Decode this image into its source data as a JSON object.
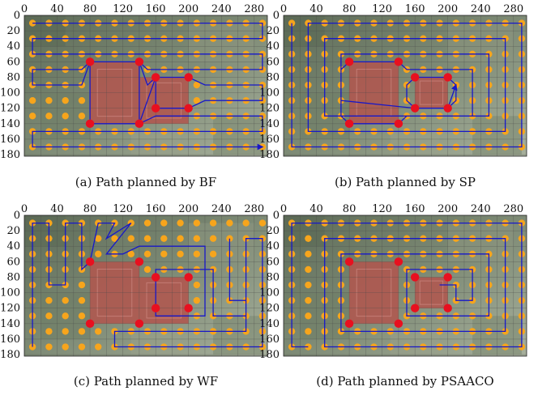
{
  "colors": {
    "bg_dark": "#5d6b58",
    "bg_mid": "#7d8a75",
    "bg_light": "#a7b09c",
    "building": "#b0564f",
    "waypoint": "#f7a51c",
    "obstacle_vertex": "#e8101f",
    "path": "#1717c8",
    "grid": "#4a4a4a"
  },
  "chart_data": [
    {
      "type": "scatter",
      "caption": "(a) Path planned by BF",
      "xticks": [
        "0",
        "40",
        "80",
        "120",
        "160",
        "200",
        "240",
        "280"
      ],
      "yticks": [
        "0",
        "20",
        "40",
        "60",
        "80",
        "100",
        "120",
        "140",
        "160",
        "180"
      ],
      "xlim": [
        0,
        290
      ],
      "ylim": [
        180,
        0
      ],
      "grid": true,
      "obstacles": [
        [
          80,
          60,
          140,
          140
        ],
        [
          140,
          80,
          200,
          140
        ]
      ],
      "obstacle_vertices": [
        [
          80,
          60
        ],
        [
          140,
          60
        ],
        [
          160,
          80
        ],
        [
          200,
          80
        ],
        [
          80,
          140
        ],
        [
          140,
          140
        ],
        [
          160,
          120
        ],
        [
          200,
          120
        ]
      ],
      "path": [
        [
          10,
          10
        ],
        [
          290,
          10
        ],
        [
          290,
          30
        ],
        [
          10,
          30
        ],
        [
          10,
          50
        ],
        [
          290,
          50
        ],
        [
          290,
          70
        ],
        [
          150,
          70
        ],
        [
          140,
          60
        ],
        [
          80,
          60
        ],
        [
          70,
          70
        ],
        [
          10,
          70
        ],
        [
          10,
          90
        ],
        [
          70,
          90
        ],
        [
          80,
          60
        ],
        [
          80,
          140
        ],
        [
          140,
          140
        ],
        [
          140,
          60
        ],
        [
          150,
          90
        ],
        [
          160,
          80
        ],
        [
          200,
          80
        ],
        [
          220,
          90
        ],
        [
          290,
          90
        ],
        [
          290,
          110
        ],
        [
          220,
          110
        ],
        [
          200,
          120
        ],
        [
          160,
          120
        ],
        [
          160,
          80
        ],
        [
          150,
          110
        ],
        [
          140,
          140
        ],
        [
          160,
          130
        ],
        [
          290,
          130
        ],
        [
          290,
          150
        ],
        [
          10,
          150
        ],
        [
          10,
          170
        ],
        [
          290,
          170
        ]
      ],
      "path_arrow_end": true
    },
    {
      "type": "scatter",
      "caption": "(b) Path planned by SP",
      "xticks": [
        "0",
        "40",
        "80",
        "120",
        "160",
        "200",
        "240",
        "280"
      ],
      "yticks": [
        "0",
        "20",
        "40",
        "60",
        "80",
        "100",
        "120",
        "140",
        "160",
        "180"
      ],
      "xlim": [
        0,
        290
      ],
      "ylim": [
        180,
        0
      ],
      "grid": true,
      "obstacles": [
        [
          80,
          60,
          140,
          140
        ],
        [
          160,
          80,
          200,
          120
        ]
      ],
      "obstacle_vertices": [
        [
          80,
          60
        ],
        [
          140,
          60
        ],
        [
          160,
          80
        ],
        [
          200,
          80
        ],
        [
          80,
          140
        ],
        [
          140,
          140
        ],
        [
          160,
          120
        ],
        [
          200,
          120
        ]
      ],
      "path": [
        [
          10,
          10
        ],
        [
          10,
          170
        ],
        [
          290,
          170
        ],
        [
          290,
          10
        ],
        [
          30,
          10
        ],
        [
          30,
          150
        ],
        [
          270,
          150
        ],
        [
          270,
          30
        ],
        [
          50,
          30
        ],
        [
          50,
          130
        ],
        [
          250,
          130
        ],
        [
          250,
          50
        ],
        [
          70,
          50
        ],
        [
          70,
          110
        ],
        [
          70,
          130
        ],
        [
          80,
          140
        ],
        [
          140,
          140
        ],
        [
          150,
          130
        ],
        [
          230,
          130
        ],
        [
          230,
          70
        ],
        [
          150,
          70
        ],
        [
          140,
          60
        ],
        [
          80,
          60
        ],
        [
          70,
          70
        ],
        [
          70,
          110
        ],
        [
          160,
          120
        ],
        [
          200,
          120
        ],
        [
          210,
          110
        ],
        [
          210,
          90
        ],
        [
          200,
          80
        ],
        [
          160,
          80
        ],
        [
          150,
          90
        ],
        [
          150,
          110
        ],
        [
          160,
          120
        ],
        [
          200,
          120
        ],
        [
          210,
          90
        ]
      ],
      "path_arrow_end": true
    },
    {
      "type": "scatter",
      "caption": "(c) Path planned by WF",
      "xticks": [
        "0",
        "40",
        "80",
        "120",
        "160",
        "200",
        "240",
        "280"
      ],
      "yticks": [
        "0",
        "20",
        "40",
        "60",
        "80",
        "100",
        "120",
        "140",
        "160",
        "180"
      ],
      "xlim": [
        0,
        290
      ],
      "ylim": [
        180,
        0
      ],
      "grid": true,
      "obstacles": [
        [
          80,
          60,
          140,
          140
        ],
        [
          140,
          80,
          200,
          140
        ]
      ],
      "obstacle_vertices": [
        [
          80,
          60
        ],
        [
          140,
          60
        ],
        [
          160,
          80
        ],
        [
          200,
          80
        ],
        [
          80,
          140
        ],
        [
          140,
          140
        ],
        [
          160,
          120
        ],
        [
          200,
          120
        ]
      ],
      "path": [
        [
          10,
          170
        ],
        [
          10,
          10
        ],
        [
          30,
          10
        ],
        [
          30,
          90
        ],
        [
          50,
          90
        ],
        [
          50,
          10
        ],
        [
          70,
          10
        ],
        [
          70,
          70
        ],
        [
          80,
          60
        ],
        [
          90,
          10
        ],
        [
          110,
          10
        ],
        [
          100,
          30
        ],
        [
          130,
          10
        ],
        [
          100,
          50
        ],
        [
          120,
          50
        ],
        [
          140,
          40
        ],
        [
          220,
          40
        ],
        [
          220,
          130
        ],
        [
          160,
          130
        ],
        [
          160,
          70
        ],
        [
          180,
          70
        ],
        [
          200,
          70
        ],
        [
          230,
          70
        ],
        [
          230,
          130
        ],
        [
          270,
          130
        ],
        [
          270,
          30
        ],
        [
          290,
          30
        ],
        [
          290,
          170
        ],
        [
          110,
          170
        ],
        [
          110,
          150
        ],
        [
          270,
          150
        ],
        [
          270,
          110
        ],
        [
          250,
          110
        ],
        [
          250,
          30
        ]
      ],
      "path_arrow_end": false
    },
    {
      "type": "scatter",
      "caption": "(d) Path planned by PSAACO",
      "xticks": [
        "0",
        "40",
        "80",
        "120",
        "160",
        "200",
        "240",
        "280"
      ],
      "yticks": [
        "0",
        "20",
        "40",
        "60",
        "80",
        "100",
        "120",
        "140",
        "160",
        "180"
      ],
      "xlim": [
        0,
        290
      ],
      "ylim": [
        180,
        0
      ],
      "grid": true,
      "obstacles": [
        [
          80,
          60,
          140,
          140
        ],
        [
          160,
          80,
          200,
          120
        ]
      ],
      "obstacle_vertices": [
        [
          80,
          60
        ],
        [
          140,
          60
        ],
        [
          160,
          80
        ],
        [
          200,
          80
        ],
        [
          80,
          140
        ],
        [
          140,
          140
        ],
        [
          160,
          120
        ],
        [
          200,
          120
        ]
      ],
      "path": [
        [
          30,
          170
        ],
        [
          10,
          170
        ],
        [
          10,
          10
        ],
        [
          290,
          10
        ],
        [
          290,
          170
        ],
        [
          50,
          170
        ],
        [
          50,
          30
        ],
        [
          270,
          30
        ],
        [
          270,
          150
        ],
        [
          70,
          150
        ],
        [
          70,
          50
        ],
        [
          250,
          50
        ],
        [
          250,
          130
        ],
        [
          150,
          130
        ],
        [
          150,
          70
        ],
        [
          230,
          70
        ],
        [
          230,
          110
        ],
        [
          210,
          110
        ],
        [
          210,
          90
        ],
        [
          190,
          90
        ]
      ],
      "path_arrow_end": false
    }
  ]
}
